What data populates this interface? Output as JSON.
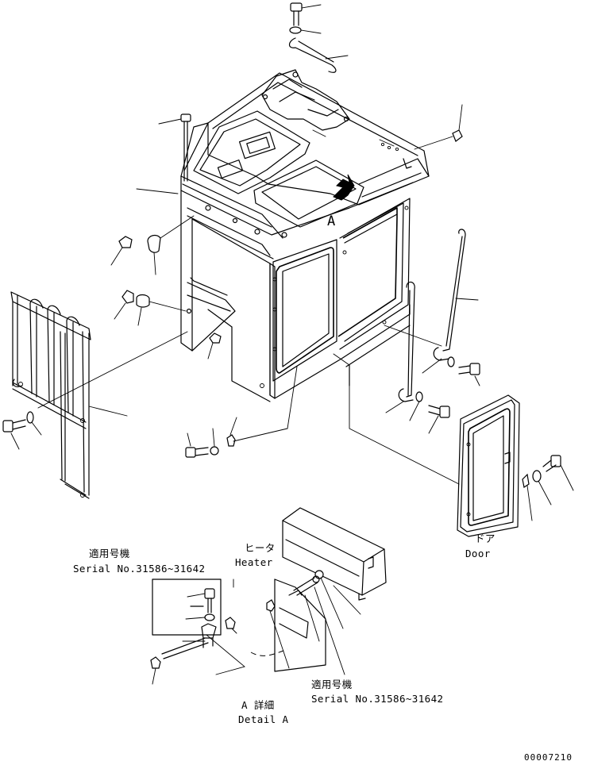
{
  "callouts": {
    "serial_top": {
      "jp": "適用号機",
      "en": "Serial No.31586~31642"
    },
    "serial_bottom": {
      "jp": "適用号機",
      "en": "Serial No.31586~31642"
    },
    "heater": {
      "jp": "ヒータ",
      "en": "Heater"
    },
    "door": {
      "jp": "ドア",
      "en": "Door"
    },
    "detail": {
      "jp": "A 詳細",
      "en": "Detail A"
    },
    "view_marker": "A"
  },
  "drawing_number": "00007210"
}
